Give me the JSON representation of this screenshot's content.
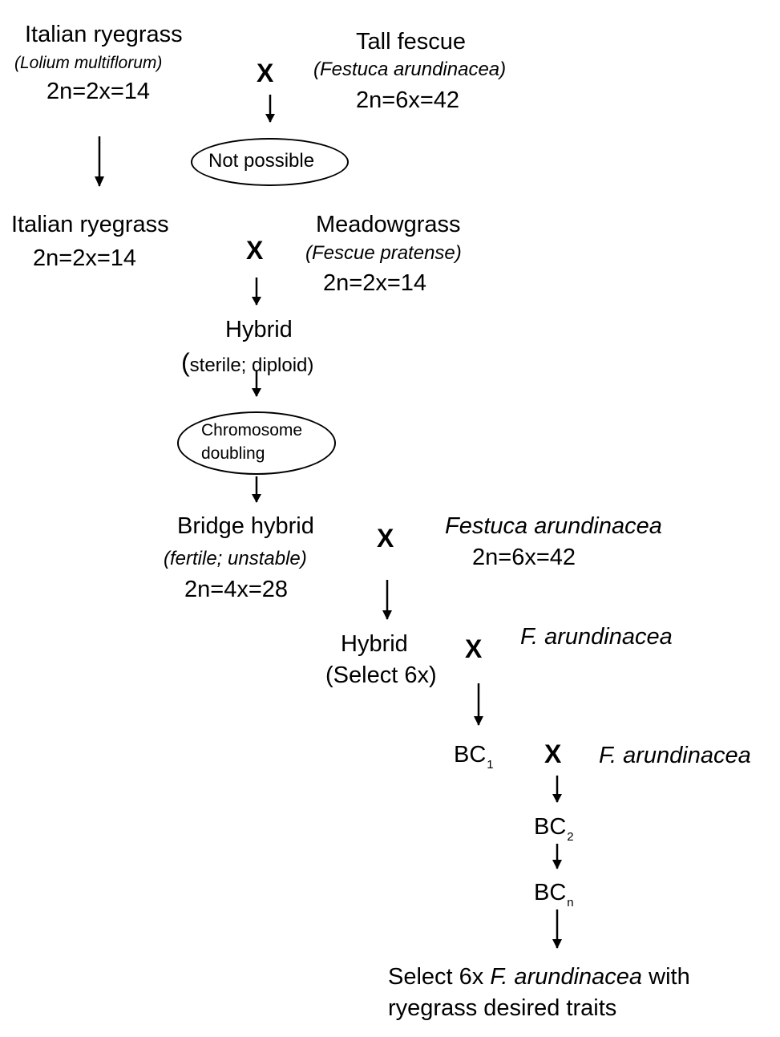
{
  "row1": {
    "left": {
      "name": "Italian ryegrass",
      "latin": "(Lolium multiflorum)",
      "formula": "2n=2x=14"
    },
    "cross": "X",
    "right": {
      "name": "Tall fescue",
      "latin": "(Festuca arundinacea)",
      "formula": "2n=6x=42"
    },
    "result": "Not possible"
  },
  "row2": {
    "left": {
      "name": "Italian ryegrass",
      "formula": "2n=2x=14"
    },
    "cross": "X",
    "right": {
      "name": "Meadowgrass",
      "latin": "(Fescue pratense)",
      "formula": "2n=2x=14"
    },
    "result": {
      "name": "Hybrid",
      "note_paren": "(",
      "note": "sterile; diploid)"
    }
  },
  "doubling": {
    "line1": "Chromosome",
    "line2": "doubling"
  },
  "row3": {
    "left": {
      "name": "Bridge hybrid",
      "note": "(fertile; unstable)",
      "formula": "2n=4x=28"
    },
    "cross": "X",
    "right": {
      "name": "Festuca arundinacea",
      "formula": "2n=6x=42"
    }
  },
  "row4": {
    "left": {
      "name": "Hybrid",
      "note": "(Select 6x)"
    },
    "cross": "X",
    "right": "F. arundinacea"
  },
  "row5": {
    "left": {
      "base": "BC",
      "sub": "1"
    },
    "cross": "X",
    "right": "F. arundinacea"
  },
  "bc2": {
    "base": "BC",
    "sub": "2"
  },
  "bcn": {
    "base": "BC",
    "sub": "n"
  },
  "final": {
    "pre": "Select 6x ",
    "species": "F. arundinacea",
    "post": " with",
    "line2": "ryegrass desired traits"
  }
}
